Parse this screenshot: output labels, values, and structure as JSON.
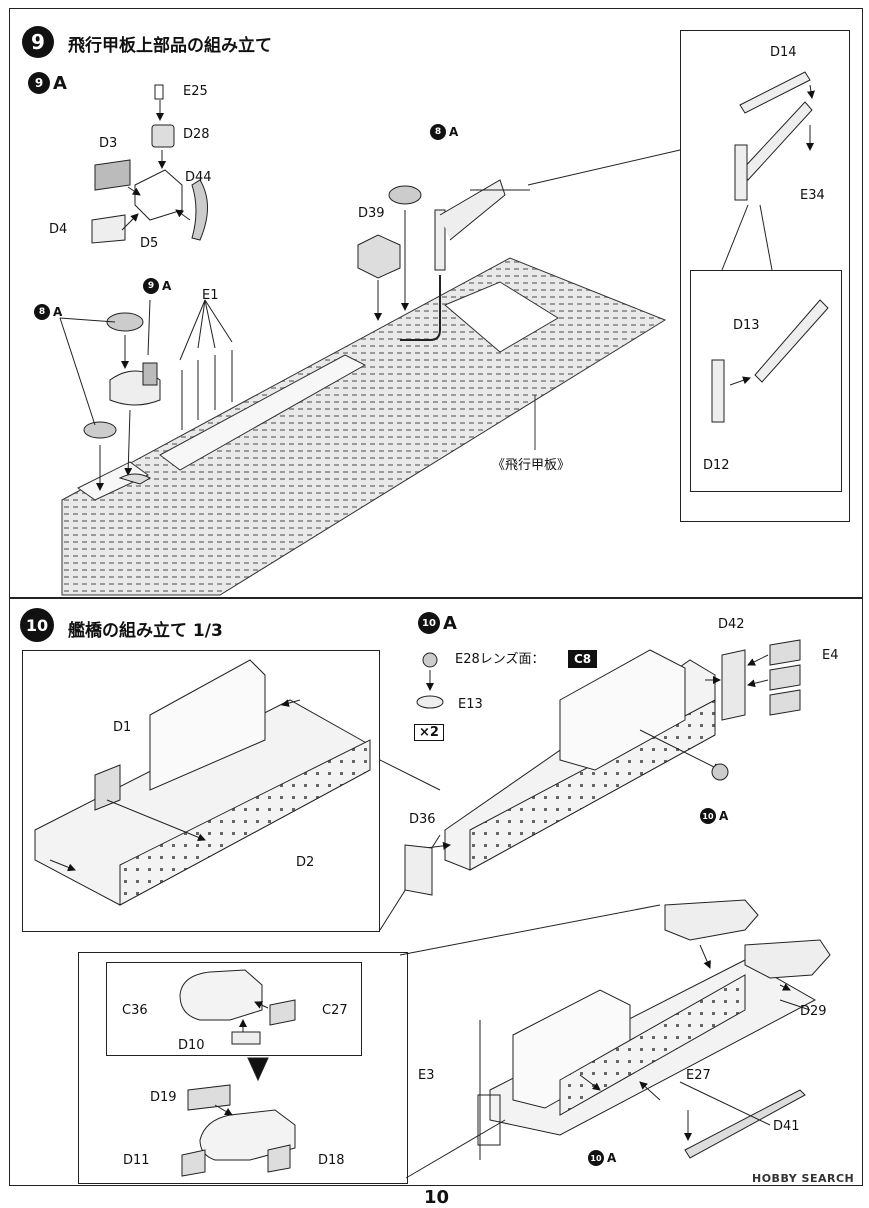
{
  "step9": {
    "number": "9",
    "title": "飛行甲板上部品の組み立て",
    "sub_label": "9A",
    "sub_letter": "A",
    "parts": {
      "e25": "E25",
      "d28": "D28",
      "d3": "D3",
      "d44": "D44",
      "d4": "D4",
      "d5": "D5",
      "d39": "D39",
      "e1": "E1",
      "d14": "D14",
      "e34": "E34",
      "d13": "D13",
      "d12": "D12"
    },
    "refs": {
      "eight": "8",
      "nine": "9",
      "letter": "A"
    },
    "deck_label": "《飛行甲板》"
  },
  "step10": {
    "number": "10",
    "title": "艦橋の組み立て 1/3",
    "sub_number": "10",
    "sub_letter": "A",
    "parts": {
      "d1": "D1",
      "d2": "D2",
      "e28": "E28レンズ面：",
      "c8": "C8",
      "e13": "E13",
      "x2": "×2",
      "d42": "D42",
      "e4": "E4",
      "d36": "D36",
      "c36": "C36",
      "c27": "C27",
      "d10": "D10",
      "d29": "D29",
      "d19": "D19",
      "e3": "E3",
      "e27": "E27",
      "d41": "D41",
      "d11": "D11",
      "d18": "D18"
    }
  },
  "footer": {
    "page_number": "10",
    "watermark": "HOBBY SEARCH"
  }
}
